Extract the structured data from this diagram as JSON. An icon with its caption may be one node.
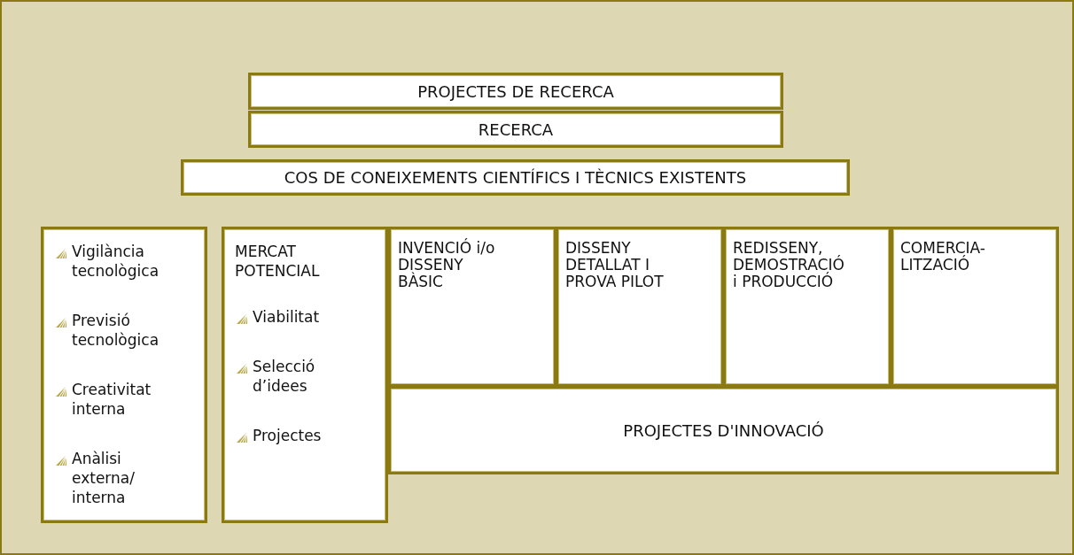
{
  "diagram": {
    "nodes": [
      {
        "text": [
          "PROJECTES DE RECERCA"
        ]
      },
      {
        "text": [
          "RECERCA"
        ]
      },
      {
        "text": [
          "COS DE CONEIXEMENTS CIENTÍFICS I TÈCNICS EXISTENTS"
        ]
      },
      {
        "text": [
          "Vigilància tecnològica",
          "Previsió tecnològica",
          "Creativitat interna",
          "Anàlisi externa/ interna"
        ]
      },
      {
        "text": [
          "MERCAT POTENCIAL",
          "Viabilitat",
          "Selecció d’idees",
          "Projectes"
        ]
      },
      {
        "text": [
          "INVENCIÓ i/o DISSENY BÀSIC"
        ]
      },
      {
        "text": [
          "DISSENY DETALLAT I PROVA PILOT"
        ]
      },
      {
        "text": [
          "REDISSENY, DEMOSTRACIÓ i PRODUCCIÓ"
        ]
      },
      {
        "text": [
          "COMERCIA- LITZACIÓ"
        ]
      },
      {
        "text": [
          "PROJECTES D'INNOVACIÓ"
        ]
      }
    ]
  }
}
